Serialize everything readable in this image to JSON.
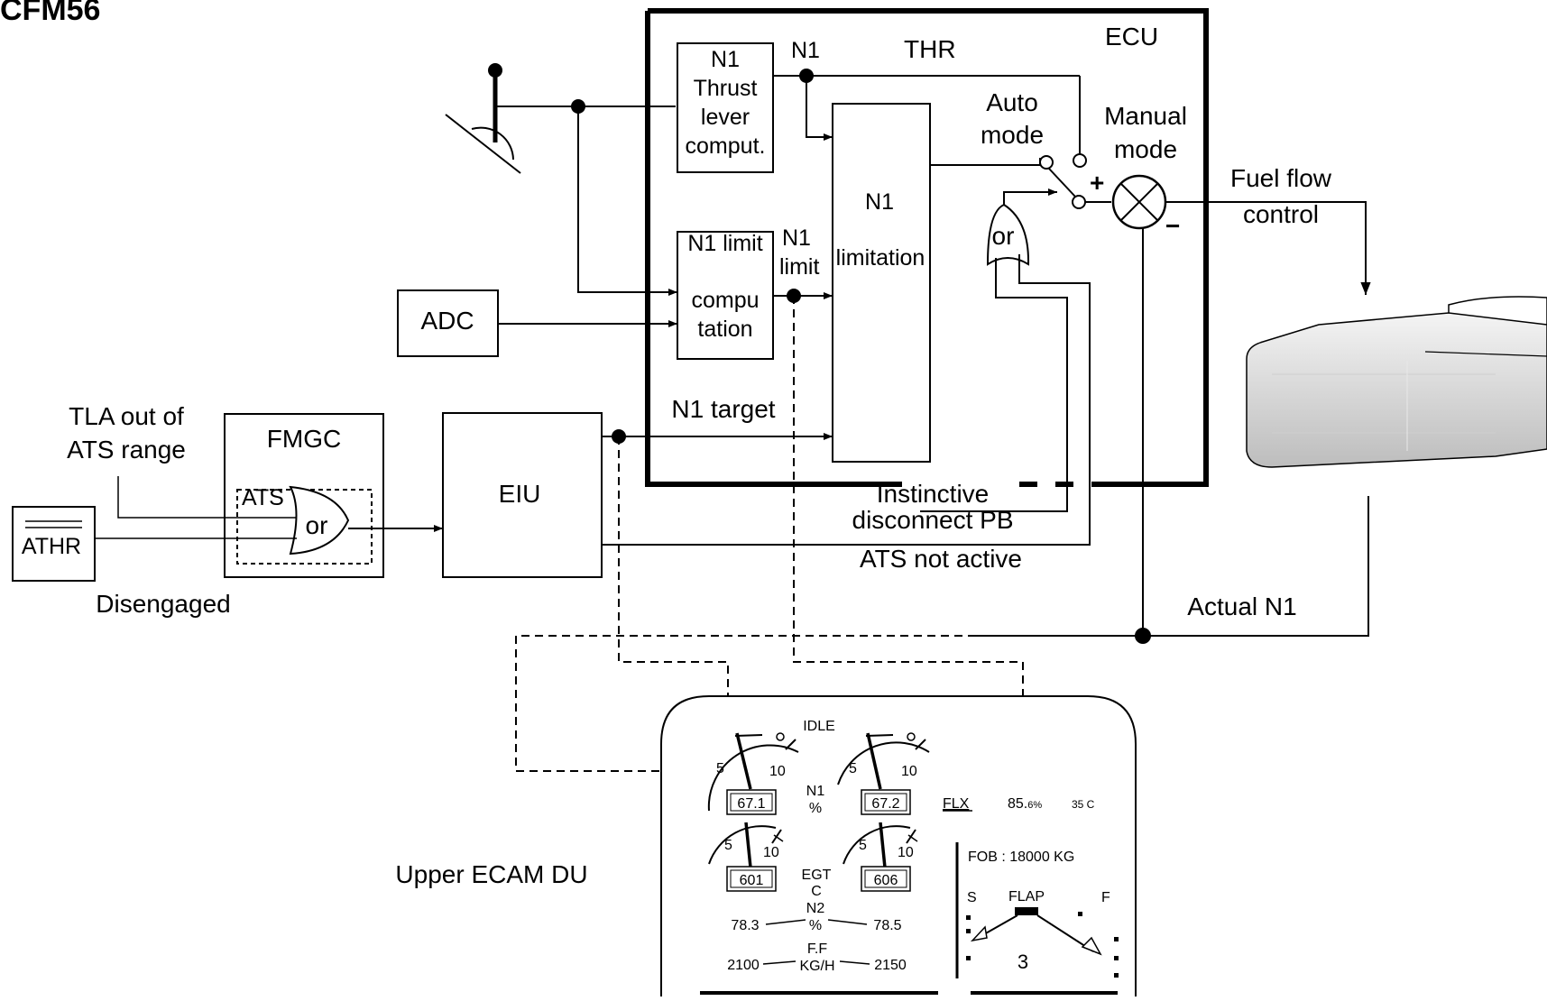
{
  "title": "CFM56",
  "ecu": {
    "label": "ECU",
    "n1_out_label": "N1",
    "thr_label": "THR",
    "n1_limit_out_label_1": "N1",
    "n1_limit_out_label_2": "limit",
    "auto_mode_1": "Auto",
    "auto_mode_2": "mode",
    "manual_mode_1": "Manual",
    "manual_mode_2": "mode",
    "plus": "+",
    "minus": "−",
    "or_gate": "or",
    "n1_target": "N1 target"
  },
  "blocks": {
    "thrust_lever_comp": [
      "N1",
      "Thrust",
      "lever",
      "comput."
    ],
    "n1_limit_comp": [
      "N1 limit",
      "compu",
      "tation"
    ],
    "n1_limitation": [
      "N1",
      "limitation"
    ],
    "adc": "ADC",
    "fmgc": "FMGC",
    "eiu": "EIU",
    "athr": "ATHR",
    "ats": "ATS",
    "or_gate": "or"
  },
  "labels": {
    "fuel_flow_1": "Fuel flow",
    "fuel_flow_2": "control",
    "tla_1": "TLA out of",
    "tla_2": "ATS range",
    "disengaged": "Disengaged",
    "instinctive_1": "Instinctive",
    "instinctive_2": "disconnect PB",
    "ats_not_active": "ATS not active",
    "actual_n1": "Actual N1",
    "upper_ecam": "Upper ECAM DU"
  },
  "ecam": {
    "idle": "IDLE",
    "n1_left": "67.1",
    "n1_right": "67.2",
    "n1_unit_1": "N1",
    "n1_unit_2": "%",
    "egt_left": "601",
    "egt_right": "606",
    "egt_unit_1": "EGT",
    "egt_unit_2": "C",
    "n2_label_1": "N2",
    "n2_label_2": "%",
    "n2_left": "78.3",
    "n2_right": "78.5",
    "ff_label_1": "F.F",
    "ff_label_2": "KG/H",
    "ff_left": "2100",
    "ff_right": "2150",
    "tick_5": "5",
    "tick_10": "10",
    "flx_mode": "FLX",
    "flx_value_main": "85.",
    "flx_value_dec": "6%",
    "flx_temp": "35 C",
    "fob": "FOB :  18000  KG",
    "flap_s": "S",
    "flap_label": "FLAP",
    "flap_f": "F",
    "flap_position": "3"
  }
}
